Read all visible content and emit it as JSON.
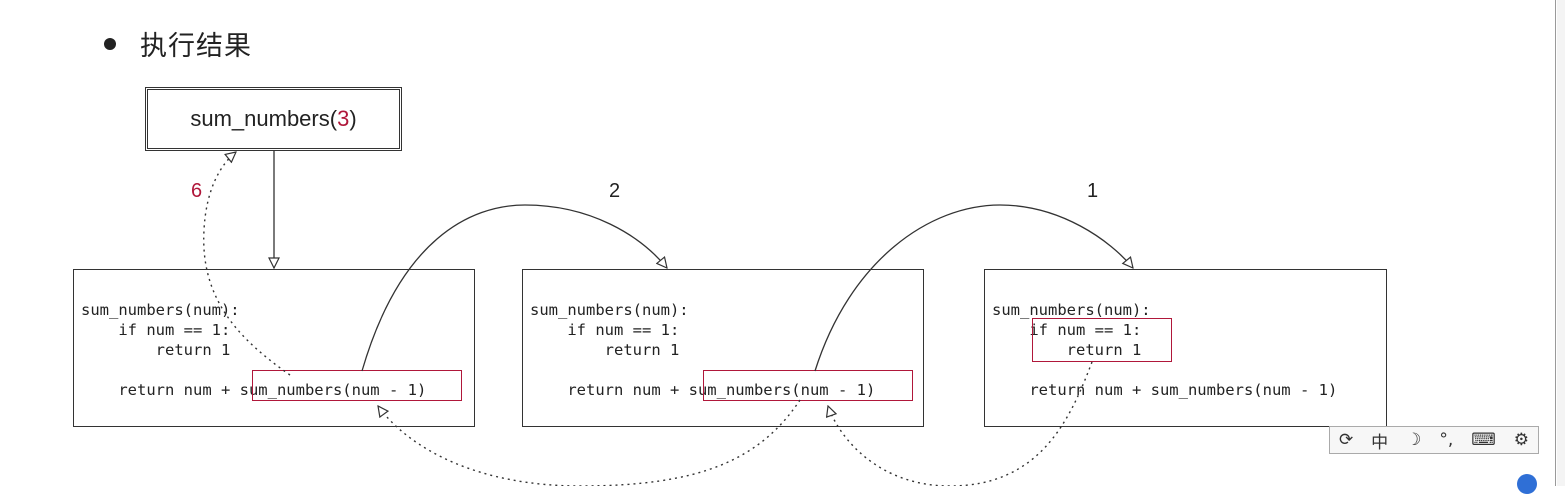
{
  "heading": "执行结果",
  "entry_call": {
    "prefix": "sum_numbers(",
    "arg": "3",
    "suffix": ")"
  },
  "frames": [
    {
      "code": "sum_numbers(num):\n    if num == 1:\n        return 1\n\n    return num + sum_numbers(num - 1)"
    },
    {
      "code": "sum_numbers(num):\n    if num == 1:\n        return 1\n\n    return num + sum_numbers(num - 1)"
    },
    {
      "code": "sum_numbers(num):\n    if num == 1:\n        return 1\n\n    return num + sum_numbers(num - 1)"
    }
  ],
  "call_labels": {
    "second": "2",
    "third": "1"
  },
  "return_label": "6",
  "colors": {
    "highlight": "#b0173a",
    "line": "#333333"
  },
  "ime_toolbar": {
    "items": [
      {
        "icon": "pinyin-logo-icon",
        "glyph": "⟳"
      },
      {
        "icon": "chinese-mode-icon",
        "glyph": "中"
      },
      {
        "icon": "moon-icon",
        "glyph": "☽"
      },
      {
        "icon": "punctuation-icon",
        "glyph": "°,"
      },
      {
        "icon": "keyboard-icon",
        "glyph": "⌨"
      },
      {
        "icon": "gear-icon",
        "glyph": "⚙"
      }
    ]
  }
}
